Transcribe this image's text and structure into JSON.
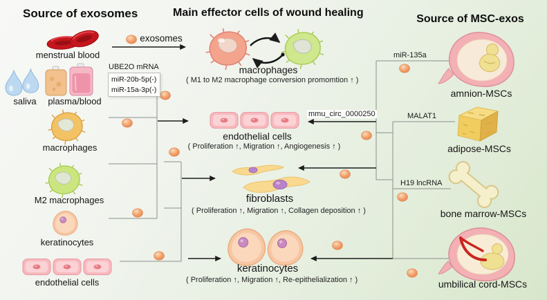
{
  "titles": {
    "left": "Source of exosomes",
    "center": "Main effector cells of wound healing",
    "right": "Source of MSC-exos"
  },
  "exosome_arrow_label": "exosomes",
  "left_sources": {
    "menstrual_blood": "menstrual blood",
    "saliva": "saliva",
    "plasma_blood": "plasma/blood",
    "macrophages": "macrophages",
    "m2_macrophages": "M2 macrophages",
    "keratinocytes": "keratinocytes",
    "endothelial_cells": "endothelial cells"
  },
  "effectors": {
    "macrophages": {
      "label": "macrophages",
      "note": "( M1 to M2 macrophage conversion promomtion ↑ )"
    },
    "endothelial": {
      "label": "endothelial cells",
      "note": "( Proliferation ↑, Migration ↑, Angiogenesis ↑ )"
    },
    "fibroblasts": {
      "label": "fibroblasts",
      "note": "( Proliferation ↑, Migration ↑, Collagen deposition ↑ )"
    },
    "keratinocytes": {
      "label": "keratinocytes",
      "note": "( Proliferation ↑, Migration ↑, Re-epithelialization ↑ )"
    }
  },
  "msc_sources": {
    "amnion": "amnion-MSCs",
    "adipose": "adipose-MSCs",
    "bone_marrow": "bone marrow-MSCs",
    "umbilical": "umbilical cord-MSCs"
  },
  "molecules": {
    "ube2o": "UBE2O mRNA",
    "mir20b": "miR-20b-5p(-)",
    "mir15a": "miR-15a-3p(-)",
    "mmu_circ": "mmu_circ_0000250",
    "mir135a": "miR-135a",
    "malat1": "MALAT1",
    "h19": "H19 lncRNA"
  },
  "colors": {
    "exosome": "#f09a66",
    "rbc": "#c5161d",
    "saliva_drop": "#bdd9f2",
    "m1_macrophage": "#f4a38d",
    "m2_macrophage": "#cce67f",
    "endothelial_cell": "#f7babe",
    "fibroblast": "#f8d98f",
    "keratinocyte": "#f7c6a2",
    "adipose": "#f1cd60",
    "amnion_sac": "#f3b0b5",
    "bone": "#f6efcb",
    "connector_line": "#8a8f8c",
    "arrow": "#1c1c1c"
  }
}
